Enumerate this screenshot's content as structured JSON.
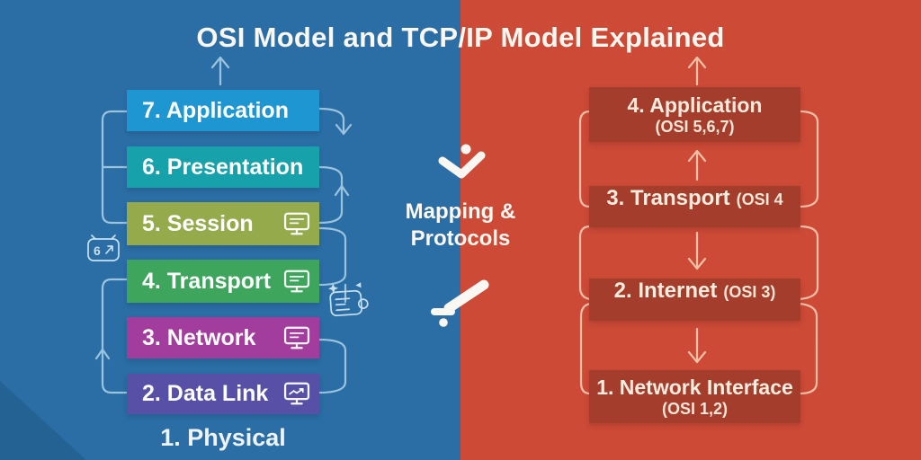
{
  "title": "OSI Model and TCP/IP Model Explained",
  "background": {
    "left_color": "#2b6ea6",
    "right_color": "#cd4a37"
  },
  "center": {
    "line1": "Mapping &",
    "line2": "Protocols"
  },
  "osi_stack": {
    "layers": [
      {
        "label": "7. Application",
        "color": "#1e96d2",
        "icon": ""
      },
      {
        "label": "6. Presentation",
        "color": "#17a2ab",
        "icon": ""
      },
      {
        "label": "5.  Session",
        "color": "#95aa4a",
        "icon": "monitor"
      },
      {
        "label": "4. Transport",
        "color": "#3da55c",
        "icon": "monitor"
      },
      {
        "label": "3.  Network",
        "color": "#a23c9d",
        "icon": "monitor"
      },
      {
        "label": "2. Data Link",
        "color": "#5850a6",
        "icon": "monitor-chart"
      }
    ],
    "footer_label": "1.  Physical"
  },
  "tcpip_stack": {
    "box_color": "#a43d2b",
    "layers": [
      {
        "label": "4.  Application",
        "sub": "(OSI 5,6,7)"
      },
      {
        "label": "3. Transport",
        "sub": "(OSI 4"
      },
      {
        "label": "2.  Internet",
        "sub": "(OSI 3)"
      },
      {
        "label": "1. Network Interface",
        "sub": "(OSI 1,2)"
      }
    ]
  },
  "connector_colors": {
    "left": "#a5cbe3",
    "right": "#f3c5ad",
    "center_icons": "#fbf8f3"
  }
}
